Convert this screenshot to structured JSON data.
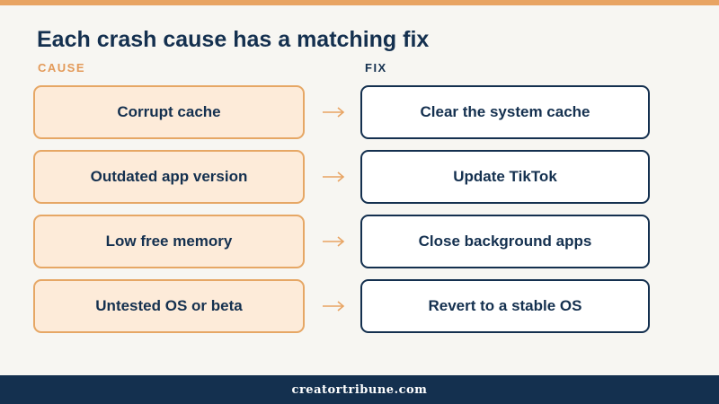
{
  "title": "Each crash cause has a matching fix",
  "columns": {
    "cause_label": "CAUSE",
    "fix_label": "FIX"
  },
  "rows": [
    {
      "cause": "Corrupt cache",
      "fix": "Clear the system cache"
    },
    {
      "cause": "Outdated app version",
      "fix": "Update TikTok"
    },
    {
      "cause": "Low free memory",
      "fix": "Close background apps"
    },
    {
      "cause": "Untested OS or beta",
      "fix": "Revert to a stable OS"
    }
  ],
  "footer": {
    "site": "creatortribune.com"
  },
  "colors": {
    "accent": "#e8a463",
    "navy": "#14304f",
    "cause_fill": "#fdebd9",
    "background": "#f7f6f2"
  },
  "icons": {
    "connector": "arrow-right-icon"
  }
}
